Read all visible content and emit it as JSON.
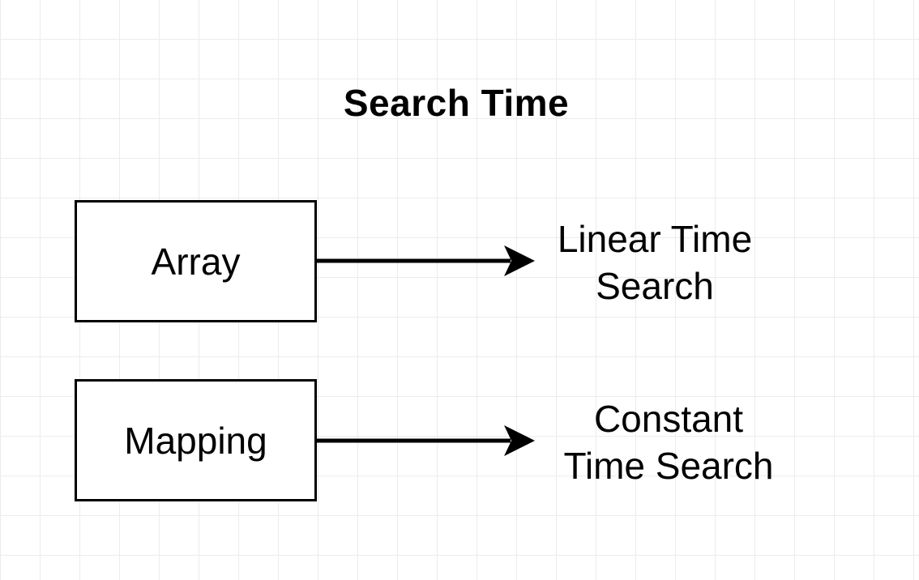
{
  "diagram": {
    "title": "Search Time",
    "nodes": [
      {
        "id": "array",
        "label": "Array"
      },
      {
        "id": "mapping",
        "label": "Mapping"
      }
    ],
    "outcomes": [
      {
        "from": "array",
        "lines": [
          "Linear Time",
          "Search"
        ]
      },
      {
        "from": "mapping",
        "lines": [
          "Constant",
          "Time Search"
        ]
      }
    ],
    "colors": {
      "stroke": "#000000",
      "background": "#ffffff",
      "grid": "#ececec"
    }
  }
}
